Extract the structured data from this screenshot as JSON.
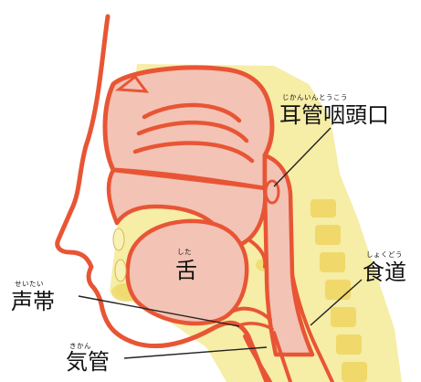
{
  "diagram": {
    "colors": {
      "outline": "#e85535",
      "tissue": "#f3c3b5",
      "background_tint": "#f6eda6",
      "vertebra": "#f0d96a",
      "teeth": "#f8f1b6"
    },
    "labels": {
      "eustachian": {
        "text": "耳管咽頭口",
        "ruby": "じかんいんとうこう"
      },
      "tongue": {
        "text": "舌",
        "ruby": "した"
      },
      "vocal_cords": {
        "text": "声帯",
        "ruby": "せいたい"
      },
      "esophagus": {
        "text": "食道",
        "ruby": "しょくどう"
      },
      "trachea": {
        "text": "気管",
        "ruby": "きかん"
      }
    }
  }
}
